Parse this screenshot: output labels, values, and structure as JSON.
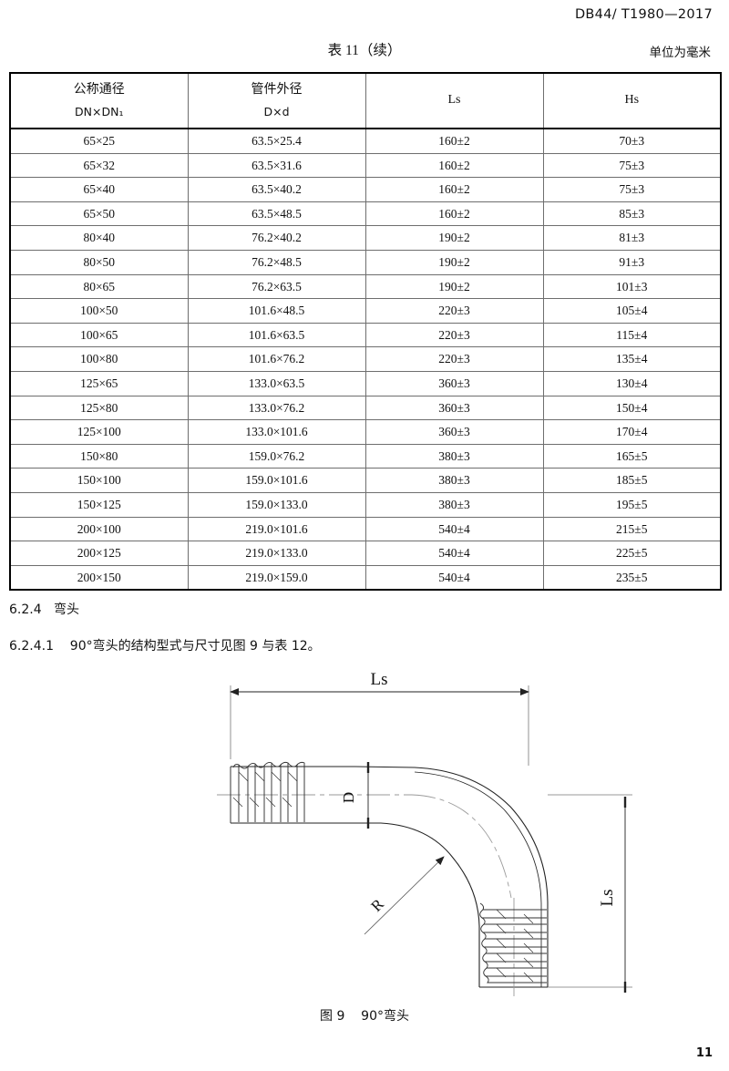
{
  "header": {
    "standard_number": "DB44/ T1980—2017"
  },
  "table": {
    "caption": "表 11（续）",
    "units_note": "单位为毫米",
    "columns": [
      {
        "cn": "公称通径",
        "sym": "DN×DN₁"
      },
      {
        "cn": "管件外径",
        "sym": "D×d"
      },
      {
        "cn": "",
        "sym": "Ls"
      },
      {
        "cn": "",
        "sym": "Hs"
      }
    ],
    "rows": [
      [
        "65×25",
        "63.5×25.4",
        "160±2",
        "70±3"
      ],
      [
        "65×32",
        "63.5×31.6",
        "160±2",
        "75±3"
      ],
      [
        "65×40",
        "63.5×40.2",
        "160±2",
        "75±3"
      ],
      [
        "65×50",
        "63.5×48.5",
        "160±2",
        "85±3"
      ],
      [
        "80×40",
        "76.2×40.2",
        "190±2",
        "81±3"
      ],
      [
        "80×50",
        "76.2×48.5",
        "190±2",
        "91±3"
      ],
      [
        "80×65",
        "76.2×63.5",
        "190±2",
        "101±3"
      ],
      [
        "100×50",
        "101.6×48.5",
        "220±3",
        "105±4"
      ],
      [
        "100×65",
        "101.6×63.5",
        "220±3",
        "115±4"
      ],
      [
        "100×80",
        "101.6×76.2",
        "220±3",
        "135±4"
      ],
      [
        "125×65",
        "133.0×63.5",
        "360±3",
        "130±4"
      ],
      [
        "125×80",
        "133.0×76.2",
        "360±3",
        "150±4"
      ],
      [
        "125×100",
        "133.0×101.6",
        "360±3",
        "170±4"
      ],
      [
        "150×80",
        "159.0×76.2",
        "380±3",
        "165±5"
      ],
      [
        "150×100",
        "159.0×101.6",
        "380±3",
        "185±5"
      ],
      [
        "150×125",
        "159.0×133.0",
        "380±3",
        "195±5"
      ],
      [
        "200×100",
        "219.0×101.6",
        "540±4",
        "215±5"
      ],
      [
        "200×125",
        "219.0×133.0",
        "540±4",
        "225±5"
      ],
      [
        "200×150",
        "219.0×159.0",
        "540±4",
        "235±5"
      ]
    ]
  },
  "clauses": {
    "c_6_2_4": "6.2.4   弯头",
    "c_6_2_4_1": "6.2.4.1    90°弯头的结构型式与尺寸见图 9 与表 12。"
  },
  "figure": {
    "caption": "图 9    90°弯头",
    "dimensions": {
      "length_horizontal": "Ls",
      "length_vertical": "Ls",
      "diameter": "D",
      "radius": "R"
    }
  },
  "footer": {
    "page_number": "11"
  }
}
